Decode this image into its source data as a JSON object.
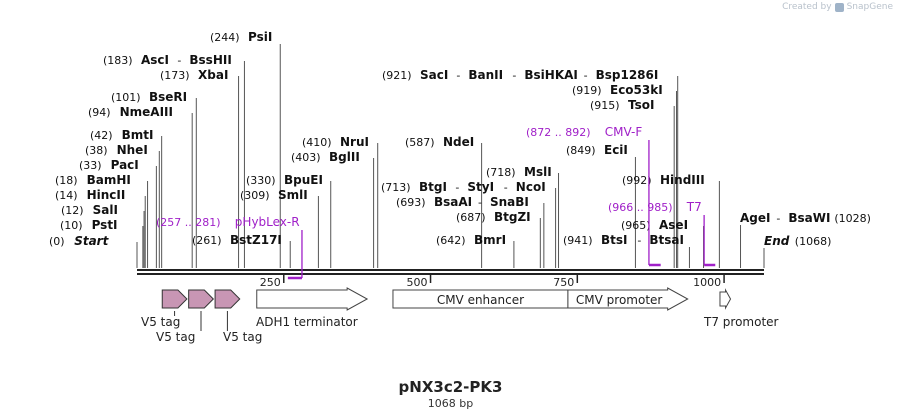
{
  "credit": {
    "created_by": "Created by",
    "brand": "SnapGene"
  },
  "plasmid": {
    "name": "pNX3c2-PK3",
    "length": "1068 bp"
  },
  "sequence_length": 1068,
  "colors": {
    "site_line": "#555555",
    "primer": "#a020c8",
    "feature_fill": "#c896b4",
    "text": "#111111"
  },
  "ruler_ticks": [
    {
      "pos": 250,
      "label": "250"
    },
    {
      "pos": 500,
      "label": "500"
    },
    {
      "pos": 750,
      "label": "750"
    },
    {
      "pos": 1000,
      "label": "1000"
    }
  ],
  "site_groups": [
    {
      "pos": 0,
      "sites": [
        {
          "num": "(0)",
          "name": "Start",
          "italic": true
        }
      ]
    },
    {
      "pos": 10,
      "sites": [
        {
          "num": "(10)",
          "name": "PstI"
        }
      ]
    },
    {
      "pos": 12,
      "sites": [
        {
          "num": "(12)",
          "name": "SalI"
        }
      ]
    },
    {
      "pos": 14,
      "sites": [
        {
          "num": "(14)",
          "name": "HincII"
        }
      ]
    },
    {
      "pos": 18,
      "sites": [
        {
          "num": "(18)",
          "name": "BamHI"
        }
      ]
    },
    {
      "pos": 33,
      "sites": [
        {
          "num": "(33)",
          "name": "PacI"
        }
      ]
    },
    {
      "pos": 38,
      "sites": [
        {
          "num": "(38)",
          "name": "NheI"
        }
      ]
    },
    {
      "pos": 42,
      "sites": [
        {
          "num": "(42)",
          "name": "BmtI"
        }
      ]
    },
    {
      "pos": 94,
      "sites": [
        {
          "num": "(94)",
          "name": "NmeAIII"
        }
      ]
    },
    {
      "pos": 101,
      "sites": [
        {
          "num": "(101)",
          "name": "BseRI"
        }
      ]
    },
    {
      "pos": 173,
      "sites": [
        {
          "num": "(173)",
          "name": "XbaI"
        }
      ]
    },
    {
      "pos": 183,
      "sites": [
        {
          "num": "(183)",
          "name": "AscI"
        },
        {
          "name": "BssHII"
        }
      ]
    },
    {
      "pos": 244,
      "sites": [
        {
          "num": "(244)",
          "name": "PsiI"
        }
      ]
    },
    {
      "pos": 261,
      "sites": [
        {
          "num": "(261)",
          "name": "BstZ17I"
        }
      ]
    },
    {
      "pos": 309,
      "sites": [
        {
          "num": "(309)",
          "name": "SmlI"
        }
      ]
    },
    {
      "pos": 330,
      "sites": [
        {
          "num": "(330)",
          "name": "BpuEI"
        }
      ]
    },
    {
      "pos": 403,
      "sites": [
        {
          "num": "(403)",
          "name": "BglII"
        }
      ]
    },
    {
      "pos": 410,
      "sites": [
        {
          "num": "(410)",
          "name": "NruI"
        }
      ]
    },
    {
      "pos": 587,
      "sites": [
        {
          "num": "(587)",
          "name": "NdeI"
        }
      ]
    },
    {
      "pos": 642,
      "sites": [
        {
          "num": "(642)",
          "name": "BmrI"
        }
      ]
    },
    {
      "pos": 687,
      "sites": [
        {
          "num": "(687)",
          "name": "BtgZI"
        }
      ]
    },
    {
      "pos": 693,
      "sites": [
        {
          "num": "(693)",
          "name": "BsaAI"
        },
        {
          "name": "SnaBI"
        }
      ]
    },
    {
      "pos": 713,
      "sites": [
        {
          "num": "(713)",
          "name": "BtgI"
        },
        {
          "name": "StyI"
        },
        {
          "name": "NcoI"
        }
      ]
    },
    {
      "pos": 718,
      "sites": [
        {
          "num": "(718)",
          "name": "MslI"
        }
      ]
    },
    {
      "pos": 849,
      "sites": [
        {
          "num": "(849)",
          "name": "EciI"
        }
      ]
    },
    {
      "pos": 915,
      "sites": [
        {
          "num": "(915)",
          "name": "TsoI"
        }
      ]
    },
    {
      "pos": 919,
      "sites": [
        {
          "num": "(919)",
          "name": "Eco53kI"
        }
      ]
    },
    {
      "pos": 921,
      "sites": [
        {
          "num": "(921)",
          "name": "SacI"
        },
        {
          "name": "BanII"
        },
        {
          "name": "BsiHKAI"
        },
        {
          "name": "Bsp1286I"
        }
      ]
    },
    {
      "pos": 941,
      "sites": [
        {
          "num": "(941)",
          "name": "BtsI"
        },
        {
          "name": "BtsaI"
        }
      ]
    },
    {
      "pos": 965,
      "sites": [
        {
          "num": "(965)",
          "name": "AseI"
        }
      ]
    },
    {
      "pos": 992,
      "sites": [
        {
          "num": "(992)",
          "name": "HindIII"
        }
      ]
    },
    {
      "pos": 1028,
      "sites": [
        {
          "name": "AgeI"
        },
        {
          "name": "BsaWI"
        },
        {
          "num": "(1028)",
          "after": true
        }
      ]
    },
    {
      "pos": 1068,
      "sites": [
        {
          "name": "End",
          "italic": true
        },
        {
          "num": "(1068)",
          "after": true
        }
      ]
    }
  ],
  "primers": [
    {
      "range": "(257 .. 281)",
      "name": "pHybLex-R",
      "start": 257,
      "end": 281,
      "direction": "reverse"
    },
    {
      "range": "(872 .. 892)",
      "name": "CMV-F",
      "start": 872,
      "end": 892,
      "direction": "forward"
    },
    {
      "range": "(966 .. 985)",
      "name": "T7",
      "start": 966,
      "end": 985,
      "direction": "forward"
    }
  ],
  "features": [
    {
      "name": "V5 tag",
      "start": 43,
      "end": 85,
      "kind": "tag",
      "label_row": 0
    },
    {
      "name": "V5 tag",
      "start": 88,
      "end": 130,
      "kind": "tag",
      "label_row": 1
    },
    {
      "name": "V5 tag",
      "start": 133,
      "end": 175,
      "kind": "tag",
      "label_row": 2
    },
    {
      "name": "ADH1 terminator",
      "start": 204,
      "end": 392,
      "kind": "terminator",
      "label_row": 0
    },
    {
      "name": "CMV enhancer",
      "start": 436,
      "end": 734,
      "kind": "enhancer_box"
    },
    {
      "name": "CMV promoter",
      "start": 734,
      "end": 938,
      "kind": "promoter_box"
    },
    {
      "name": "T7 promoter",
      "start": 993,
      "end": 1011,
      "kind": "promoter",
      "label_row": 0
    }
  ]
}
